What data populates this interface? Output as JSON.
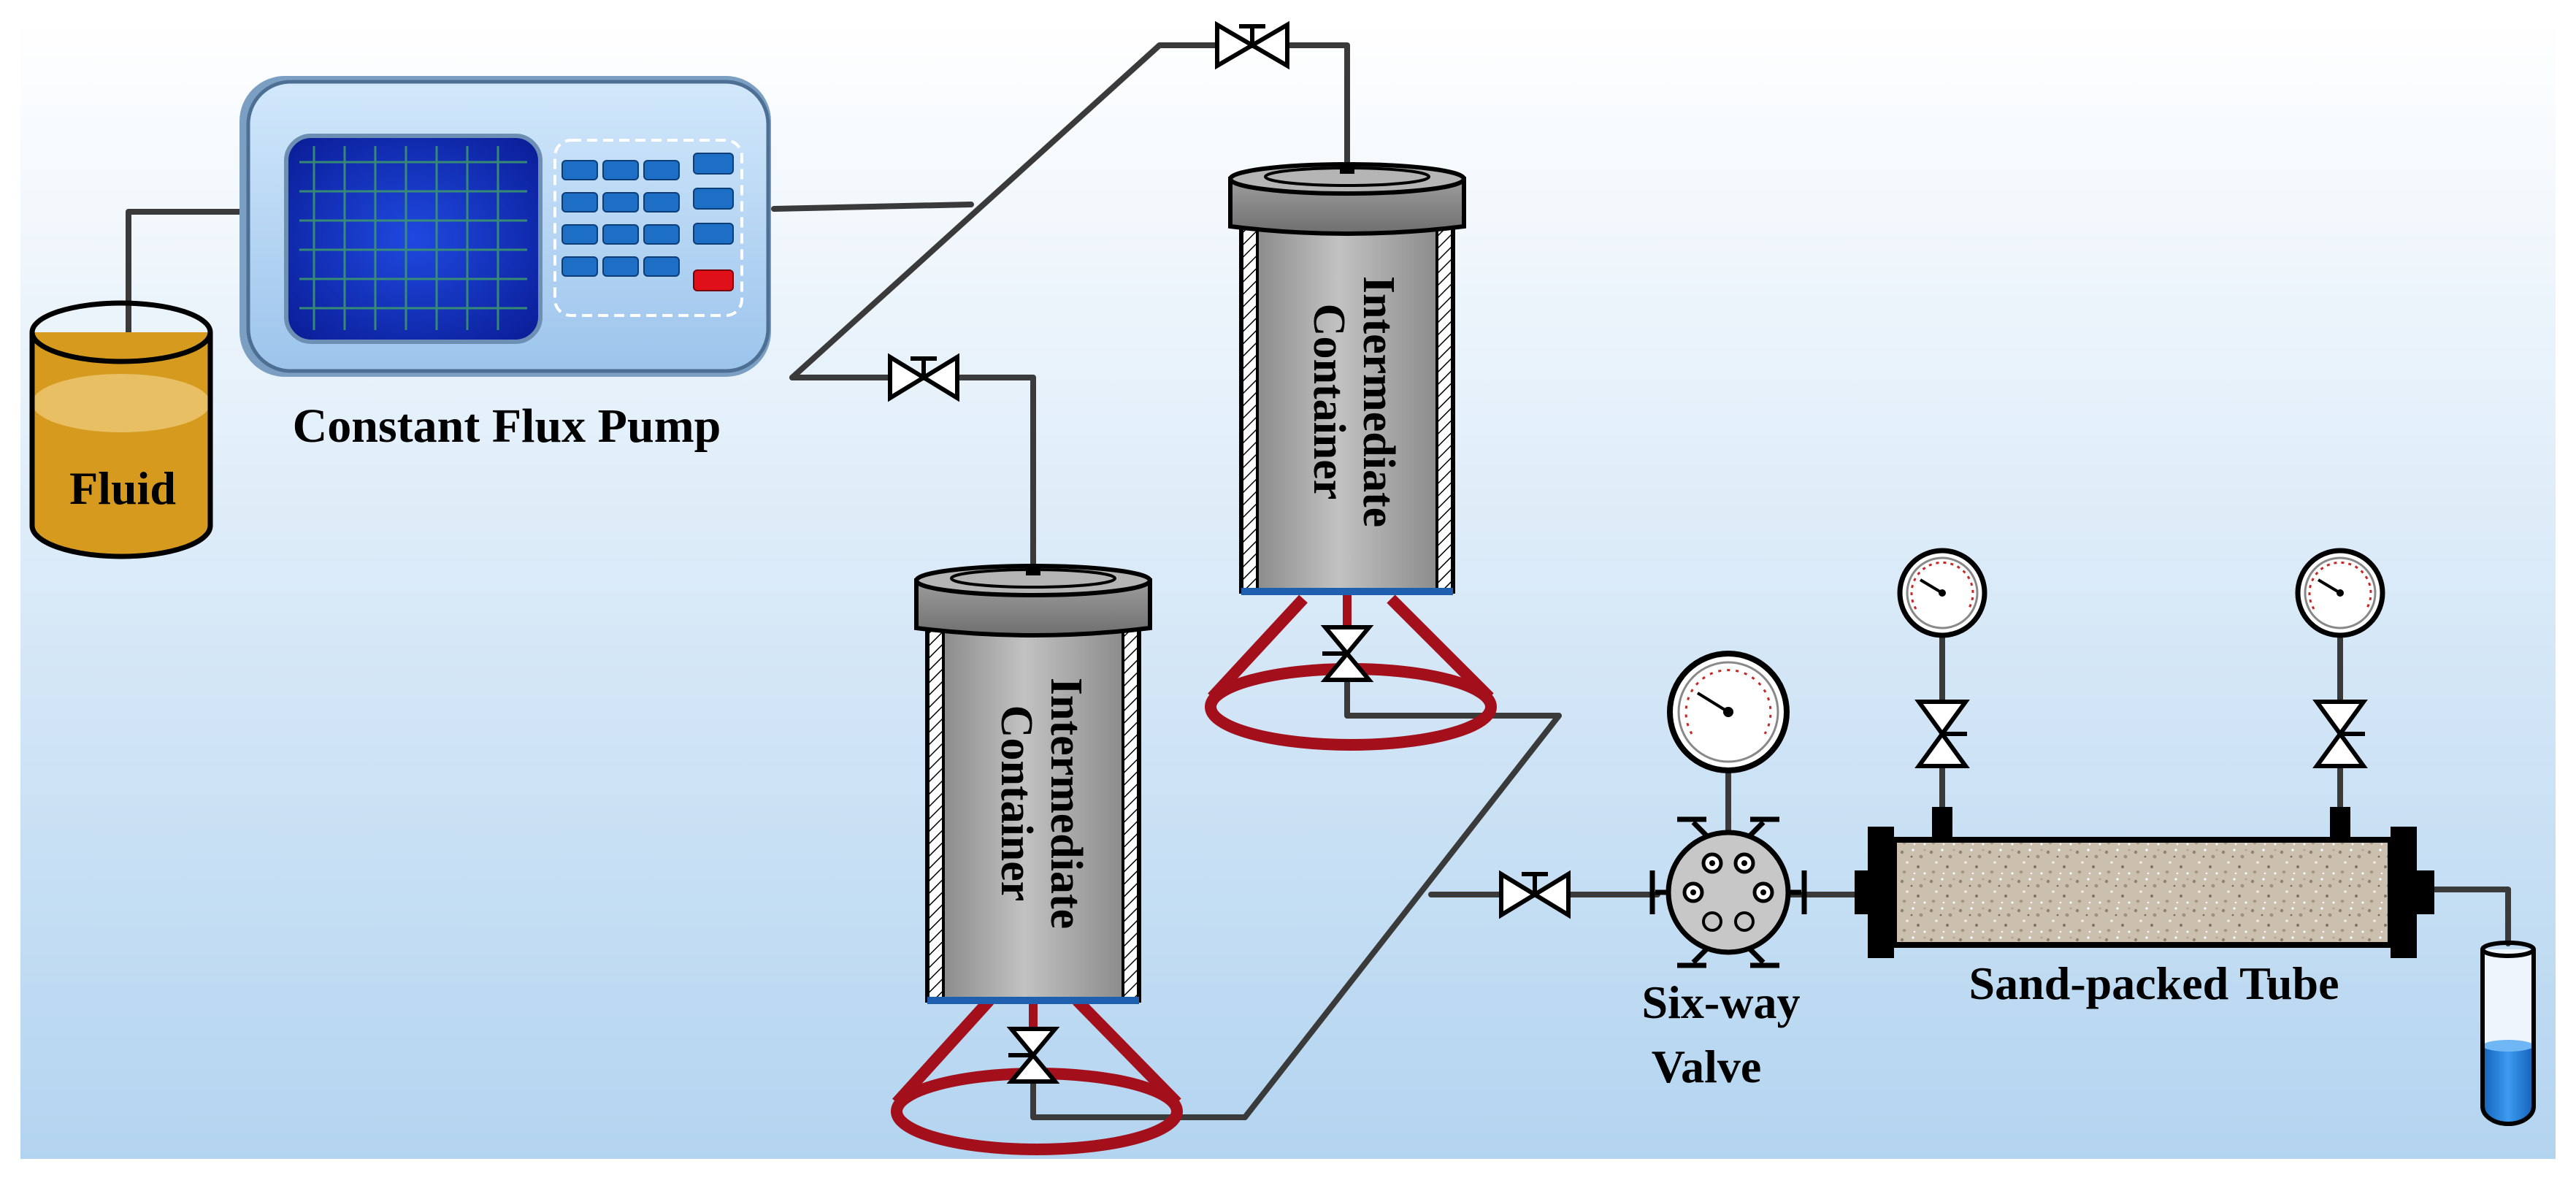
{
  "labels": {
    "fluid": "Fluid",
    "pump": "Constant Flux Pump",
    "container_line1": "Intermediate",
    "container_line2": "Container",
    "six_way_line1": "Six-way",
    "six_way_line2": "Valve",
    "sand_tube": "Sand-packed Tube"
  },
  "colors": {
    "background_top": "#ffffff",
    "background_bottom": "#b3d4f0",
    "pipe": "#3a3a3a",
    "fluid": "#d69b1e",
    "fluid_surface": "#e8bf63",
    "pump_body": "#b9d9f7",
    "pump_screen": "#1c3fc9",
    "pump_key": "#1c6fc4",
    "pump_stop_key": "#e0101b",
    "container_body": "#a9a9a9",
    "container_cap": "#8f8f8f",
    "stand": "#a3101c",
    "sand": "#cbbfae",
    "collector_liquid": "#1f7fd6"
  },
  "icons": {
    "valve": "butterfly-valve-icon",
    "gauge": "pressure-gauge-icon"
  }
}
